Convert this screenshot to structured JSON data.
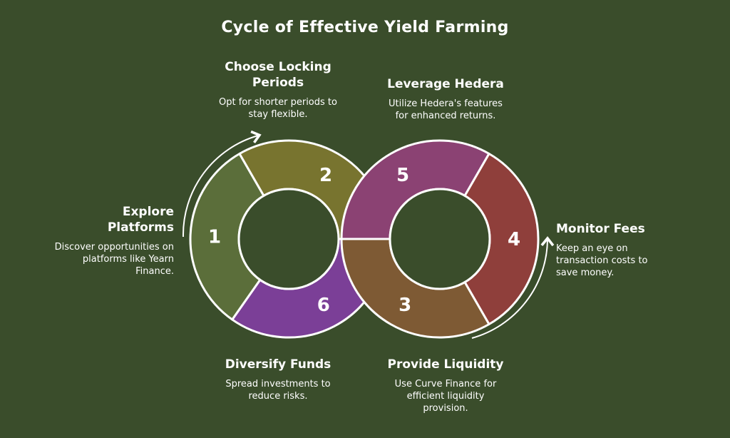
{
  "title": "Cycle of Effective Yield Farming",
  "steps": [
    {
      "number": "1",
      "heading": "Explore Platforms",
      "text": "Discover opportunities on platforms like Yearn Finance.",
      "color": "#5b6e3a"
    },
    {
      "number": "2",
      "heading": "Choose Locking Periods",
      "text": "Opt for shorter periods to stay flexible.",
      "color": "#78742f"
    },
    {
      "number": "3",
      "heading": "Provide Liquidity",
      "text": "Use Curve Finance for efficient liquidity provision.",
      "color": "#7e5a34"
    },
    {
      "number": "4",
      "heading": "Monitor Fees",
      "text": "Keep an eye on transaction costs to save money.",
      "color": "#8f3f3b"
    },
    {
      "number": "5",
      "heading": "Leverage Hedera",
      "text": "Utilize Hedera's features for enhanced returns.",
      "color": "#8b4273"
    },
    {
      "number": "6",
      "heading": "Diversify Funds",
      "text": "Spread investments to reduce risks.",
      "color": "#7b3f97"
    }
  ]
}
